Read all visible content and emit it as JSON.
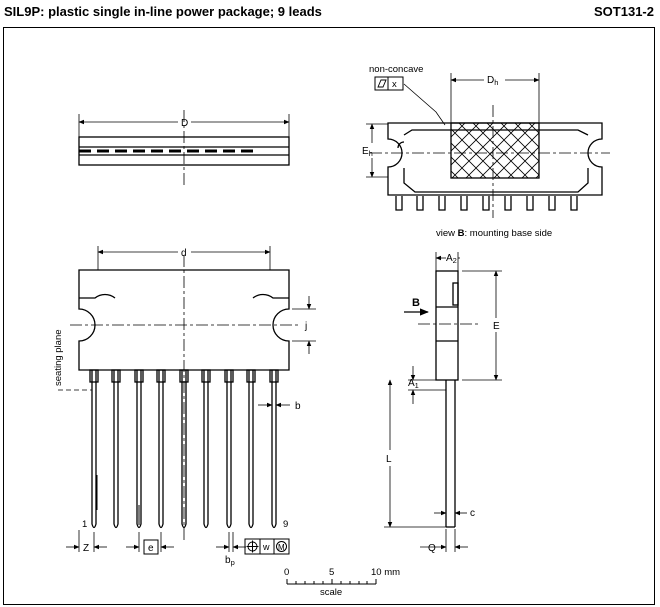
{
  "header": {
    "title": "SIL9P: plastic single in-line power package; 9 leads",
    "package_code": "SOT131-2"
  },
  "labels": {
    "non_concave": "non-concave",
    "x_symbol": "x",
    "d_upper": "D",
    "dh_main": "D",
    "dh_sub": "h",
    "eh_main": "E",
    "eh_sub": "h",
    "view_pre": "view ",
    "view_bold": "B",
    "view_post": ": mounting base side",
    "d_lower": "d",
    "seating_plane": "seating plane",
    "j": "j",
    "b": "b",
    "lead_first": "1",
    "lead_last": "9",
    "z": "Z",
    "e": "e",
    "bp_main": "b",
    "bp_sub": "p",
    "w": "w",
    "m": "M",
    "a2_main": "A",
    "a2_sub": "2",
    "big_b": "B",
    "big_e": "E",
    "a1_main": "A",
    "a1_sub": "1",
    "l": "L",
    "c": "c",
    "q": "Q"
  },
  "scale": {
    "tick0": "0",
    "tick5": "5",
    "tick10": "10 mm",
    "label": "scale"
  }
}
